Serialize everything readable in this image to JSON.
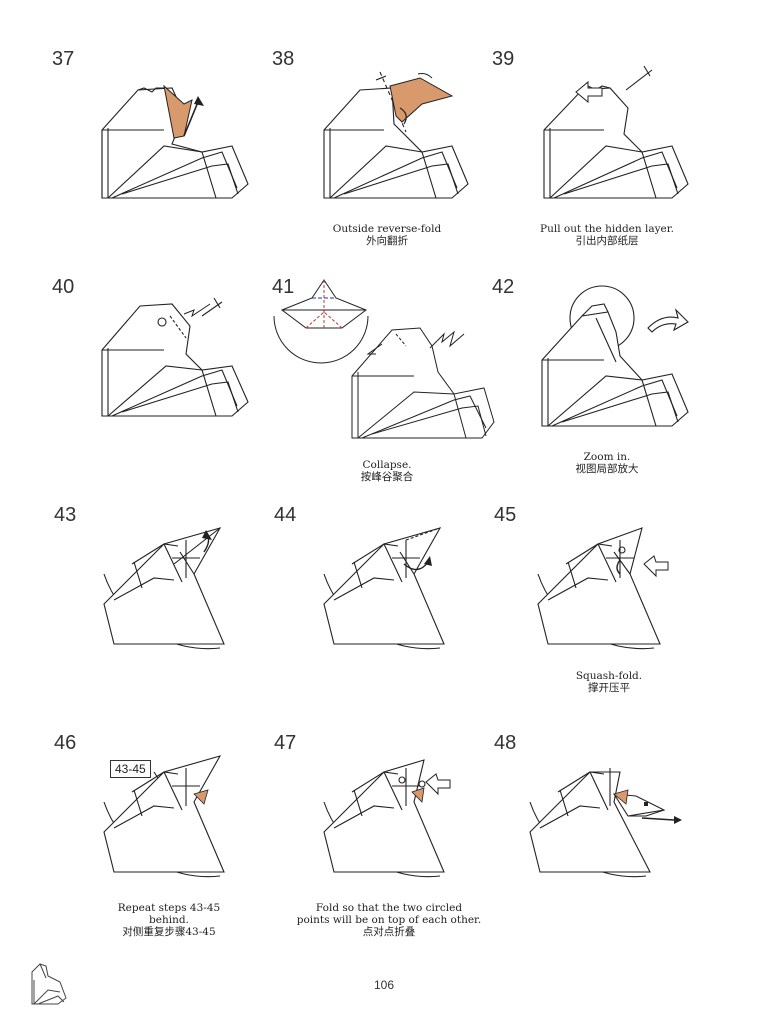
{
  "steps": [
    {
      "number": "37",
      "caption_en": "",
      "caption_zh": ""
    },
    {
      "number": "38",
      "caption_en": "Outside reverse-fold",
      "caption_zh": "外向翻折"
    },
    {
      "number": "39",
      "caption_en": "Pull out the hidden layer.",
      "caption_zh": "引出内部纸层"
    },
    {
      "number": "40",
      "caption_en": "",
      "caption_zh": ""
    },
    {
      "number": "41",
      "caption_en": "Collapse.",
      "caption_zh": "按峰谷聚合"
    },
    {
      "number": "42",
      "caption_en": "Zoom in.",
      "caption_zh": "视图局部放大"
    },
    {
      "number": "43",
      "caption_en": "",
      "caption_zh": ""
    },
    {
      "number": "44",
      "caption_en": "",
      "caption_zh": ""
    },
    {
      "number": "45",
      "caption_en": "Squash-fold.",
      "caption_zh": "撑开压平"
    },
    {
      "number": "46",
      "caption_en": "Repeat steps 43-45",
      "caption_en2": "behind.",
      "caption_zh": "对侧重复步骤43-45",
      "ref_label": "43-45"
    },
    {
      "number": "47",
      "caption_en": "Fold so that the two circled",
      "caption_en2": "points will be on top of each other.",
      "caption_zh": "点对点折叠"
    },
    {
      "number": "48",
      "caption_en": "",
      "caption_zh": ""
    }
  ],
  "page_number": "106",
  "colors": {
    "fold_fill": "#d89a6c",
    "line": "#222222"
  }
}
